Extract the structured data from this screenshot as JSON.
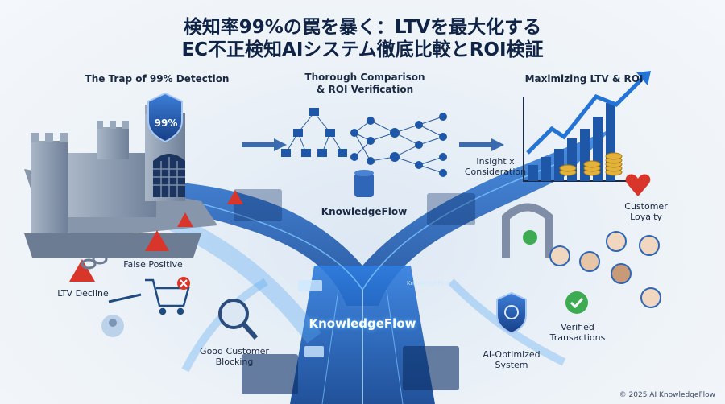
{
  "title": {
    "line1": "検知率99%の罠を暴く：LTVを最大化する",
    "line2": "EC不正検知AIシステム徹底比較とROI検証"
  },
  "sections": {
    "trap": "The Trap of 99% Detection",
    "comparison": "Thorough Comparison & ROI Verification",
    "maximizing": "Maximizing LTV & ROI"
  },
  "comparison_line2": "& ROI Verification",
  "comparison_line1": "Thorough Comparison",
  "shield_text": "99%",
  "labels": {
    "false_positive": "False Positive",
    "ltv_decline": "LTV Decline",
    "good_customer_l1": "Good Customer",
    "good_customer_l2": "Blocking",
    "insight_l1": "Insight x",
    "insight_l2": "Consideration",
    "customer_loyalty_l1": "Customer",
    "customer_loyalty_l2": "Loyalty",
    "verified_l1": "Verified",
    "verified_l2": "Transactions",
    "ai_optimized_l1": "AI-Optimized",
    "ai_optimized_l2": "System"
  },
  "knowledgeflow_mid": "KnowledgeFlow",
  "knowledgeflow_main": "KnowledgeFlow",
  "knowledgeflow_small": "KnowledgeFlow",
  "footer": "© 2025 AI KnowledgeFlow",
  "colors": {
    "navy": "#0f2346",
    "flow": "#1f6fd6",
    "glow": "#7ec8ff",
    "warn": "#d9362b",
    "gold": "#e2b23a",
    "green": "#3cab52"
  }
}
